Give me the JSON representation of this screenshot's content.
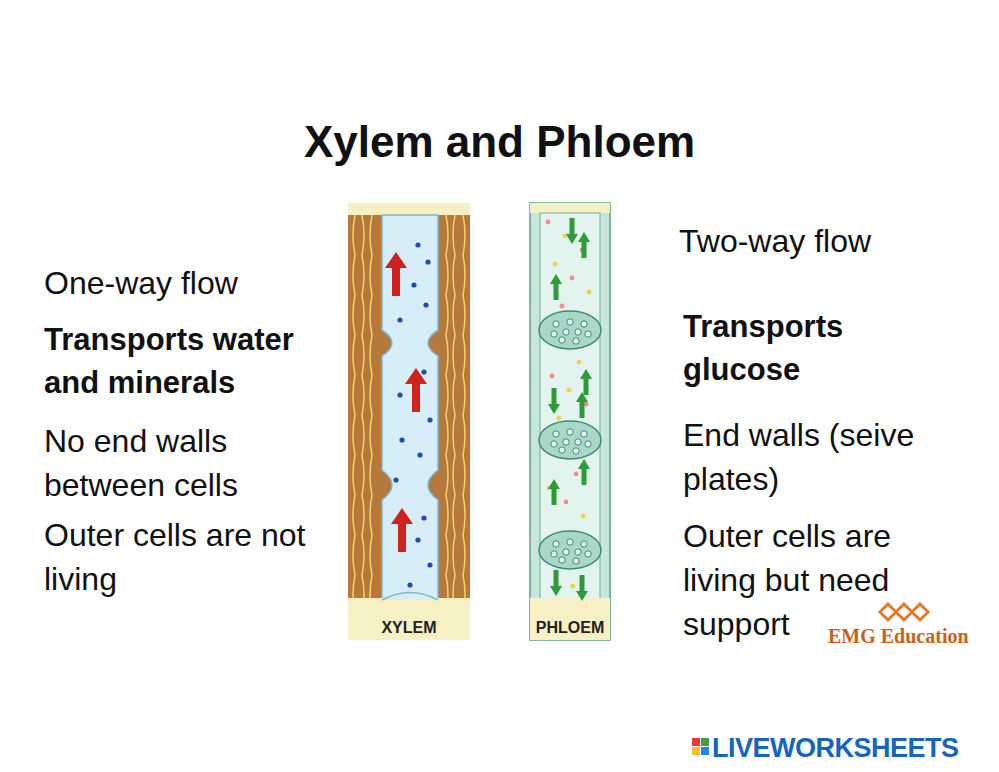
{
  "diagram": {
    "title": "Xylem and Phloem",
    "labels": [
      "One-way flow",
      "Transports water and minerals",
      "No end walls between cells",
      "Outer cells are not living",
      "XYLEM",
      "PHLOEM",
      "Two-way flow",
      "Transports glucose",
      "End walls (seive plates)",
      "Outer cells are living but need support",
      "EMG Education",
      "LIVEWORKSHEETS"
    ]
  }
}
